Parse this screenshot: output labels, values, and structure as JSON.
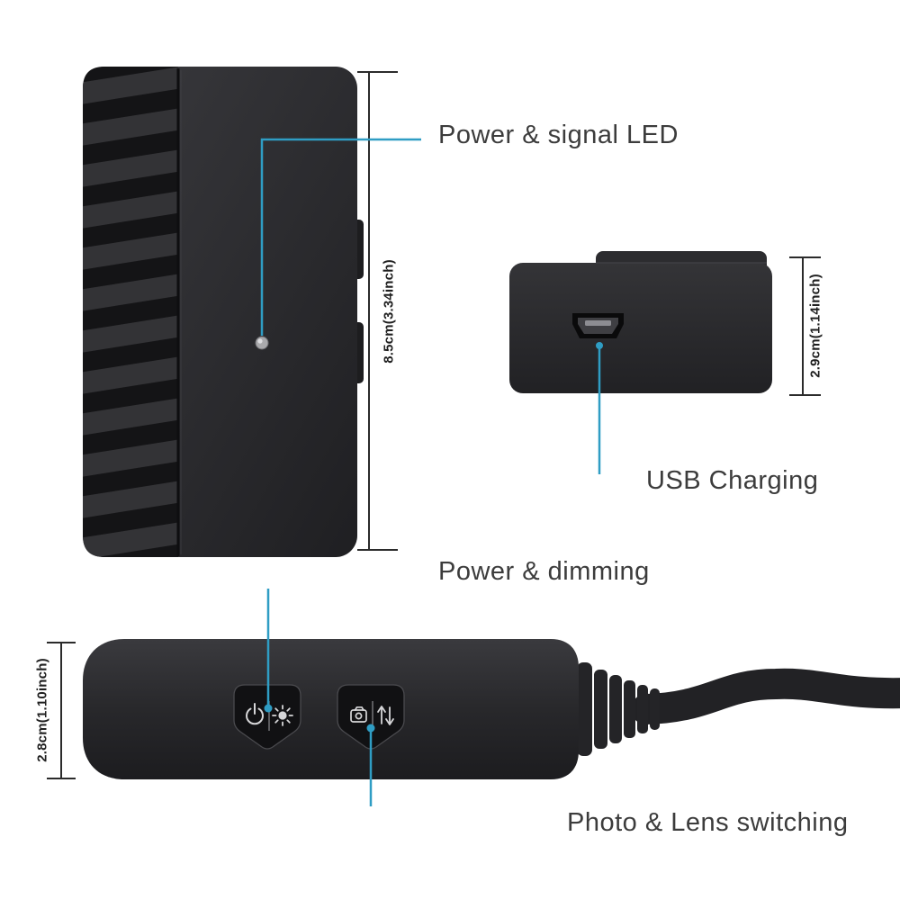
{
  "annotations": {
    "led_label": "Power & signal LED",
    "usb_label": "USB Charging",
    "power_dimming_label": "Power & dimming",
    "photo_lens_label": "Photo & Lens switching"
  },
  "dimensions": {
    "main_device": "8.5cm(3.34inch)",
    "usb_charger": "2.9cm(1.14inch)",
    "remote_control": "2.8cm(1.10inch)"
  },
  "icons": {
    "led_indicator": "led-dot",
    "power_icon": "power-symbol",
    "brightness_icon": "sun-brightness-symbol",
    "camera_icon": "camera-photo-symbol",
    "lens_switch_icon": "up-down-arrows-symbol"
  },
  "colors": {
    "background": "#ffffff",
    "callout_line": "#2f9dc4",
    "dimension_line": "#2b2b2b",
    "label_text": "#3c3c3c",
    "device_body_dark": "#29292c",
    "device_body_light": "#39393c"
  }
}
